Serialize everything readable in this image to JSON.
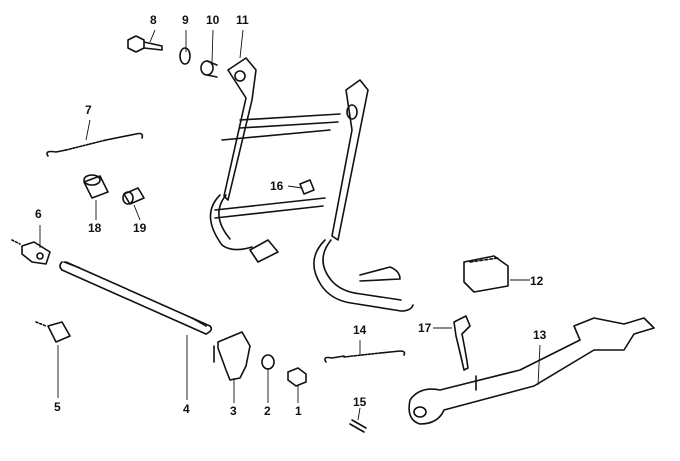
{
  "diagram": {
    "type": "exploded-parts-diagram",
    "callouts": [
      "1",
      "2",
      "3",
      "4",
      "5",
      "6",
      "7",
      "8",
      "9",
      "10",
      "11",
      "12",
      "13",
      "14",
      "15",
      "16",
      "17",
      "18",
      "19"
    ]
  }
}
